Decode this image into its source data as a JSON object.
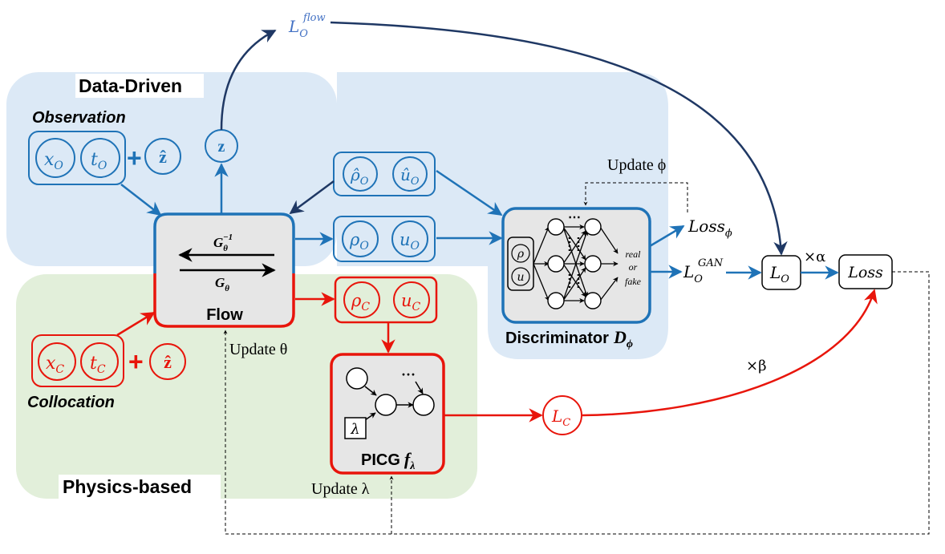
{
  "regions": {
    "data_driven": "Data-Driven",
    "physics_based": "Physics-based"
  },
  "labels": {
    "observation": "Observation",
    "collocation": "Collocation"
  },
  "observation_inputs": {
    "x": "x",
    "t": "t",
    "sub": "O",
    "plus": "+",
    "z_hat": "ẑ"
  },
  "collocation_inputs": {
    "x": "x",
    "t": "t",
    "sub": "C",
    "plus": "+",
    "z_hat": "ẑ"
  },
  "latent": {
    "z": "z"
  },
  "flow": {
    "label": "Flow",
    "inverse": "G",
    "inverse_sub": "θ",
    "inverse_sup": "−1",
    "forward": "G",
    "forward_sub": "θ",
    "update": "Update θ"
  },
  "nodes": {
    "rho_hat": "ρ̂",
    "u_hat": "û",
    "rho": "ρ",
    "u": "u",
    "sub_o": "O",
    "sub_c": "C"
  },
  "discriminator": {
    "label": "Discriminator",
    "symbol": "D",
    "symbol_sub": "ϕ",
    "input_rho": "ρ",
    "input_u": "u",
    "out_real": "real",
    "out_or": "or",
    "out_fake": "fake",
    "update": "Update ϕ",
    "ellipsis": "⋯"
  },
  "losses": {
    "loss_phi": "Loss",
    "loss_phi_sub": "ϕ",
    "l_flow": "L",
    "l_flow_sub": "O",
    "l_flow_sup": "flow",
    "l_gan": "L",
    "l_gan_sub": "O",
    "l_gan_sup": "GAN",
    "l_o": "L",
    "l_o_sub": "O",
    "l_c": "L",
    "l_c_sub": "C",
    "total": "Loss",
    "alpha": "×α",
    "beta": "×β"
  },
  "picg": {
    "label": "PICG",
    "symbol": "f",
    "symbol_sub": "λ",
    "lambda": "λ",
    "update": "Update λ",
    "ellipsis": "···"
  },
  "colors": {
    "blue": "#1f73b7",
    "navy": "#1f3864",
    "red": "#e8150b",
    "bg_blue": "#dce9f6",
    "bg_green": "#e2efda",
    "flow_fill": "#e6e6e6",
    "z_blue": "#4472c4"
  }
}
